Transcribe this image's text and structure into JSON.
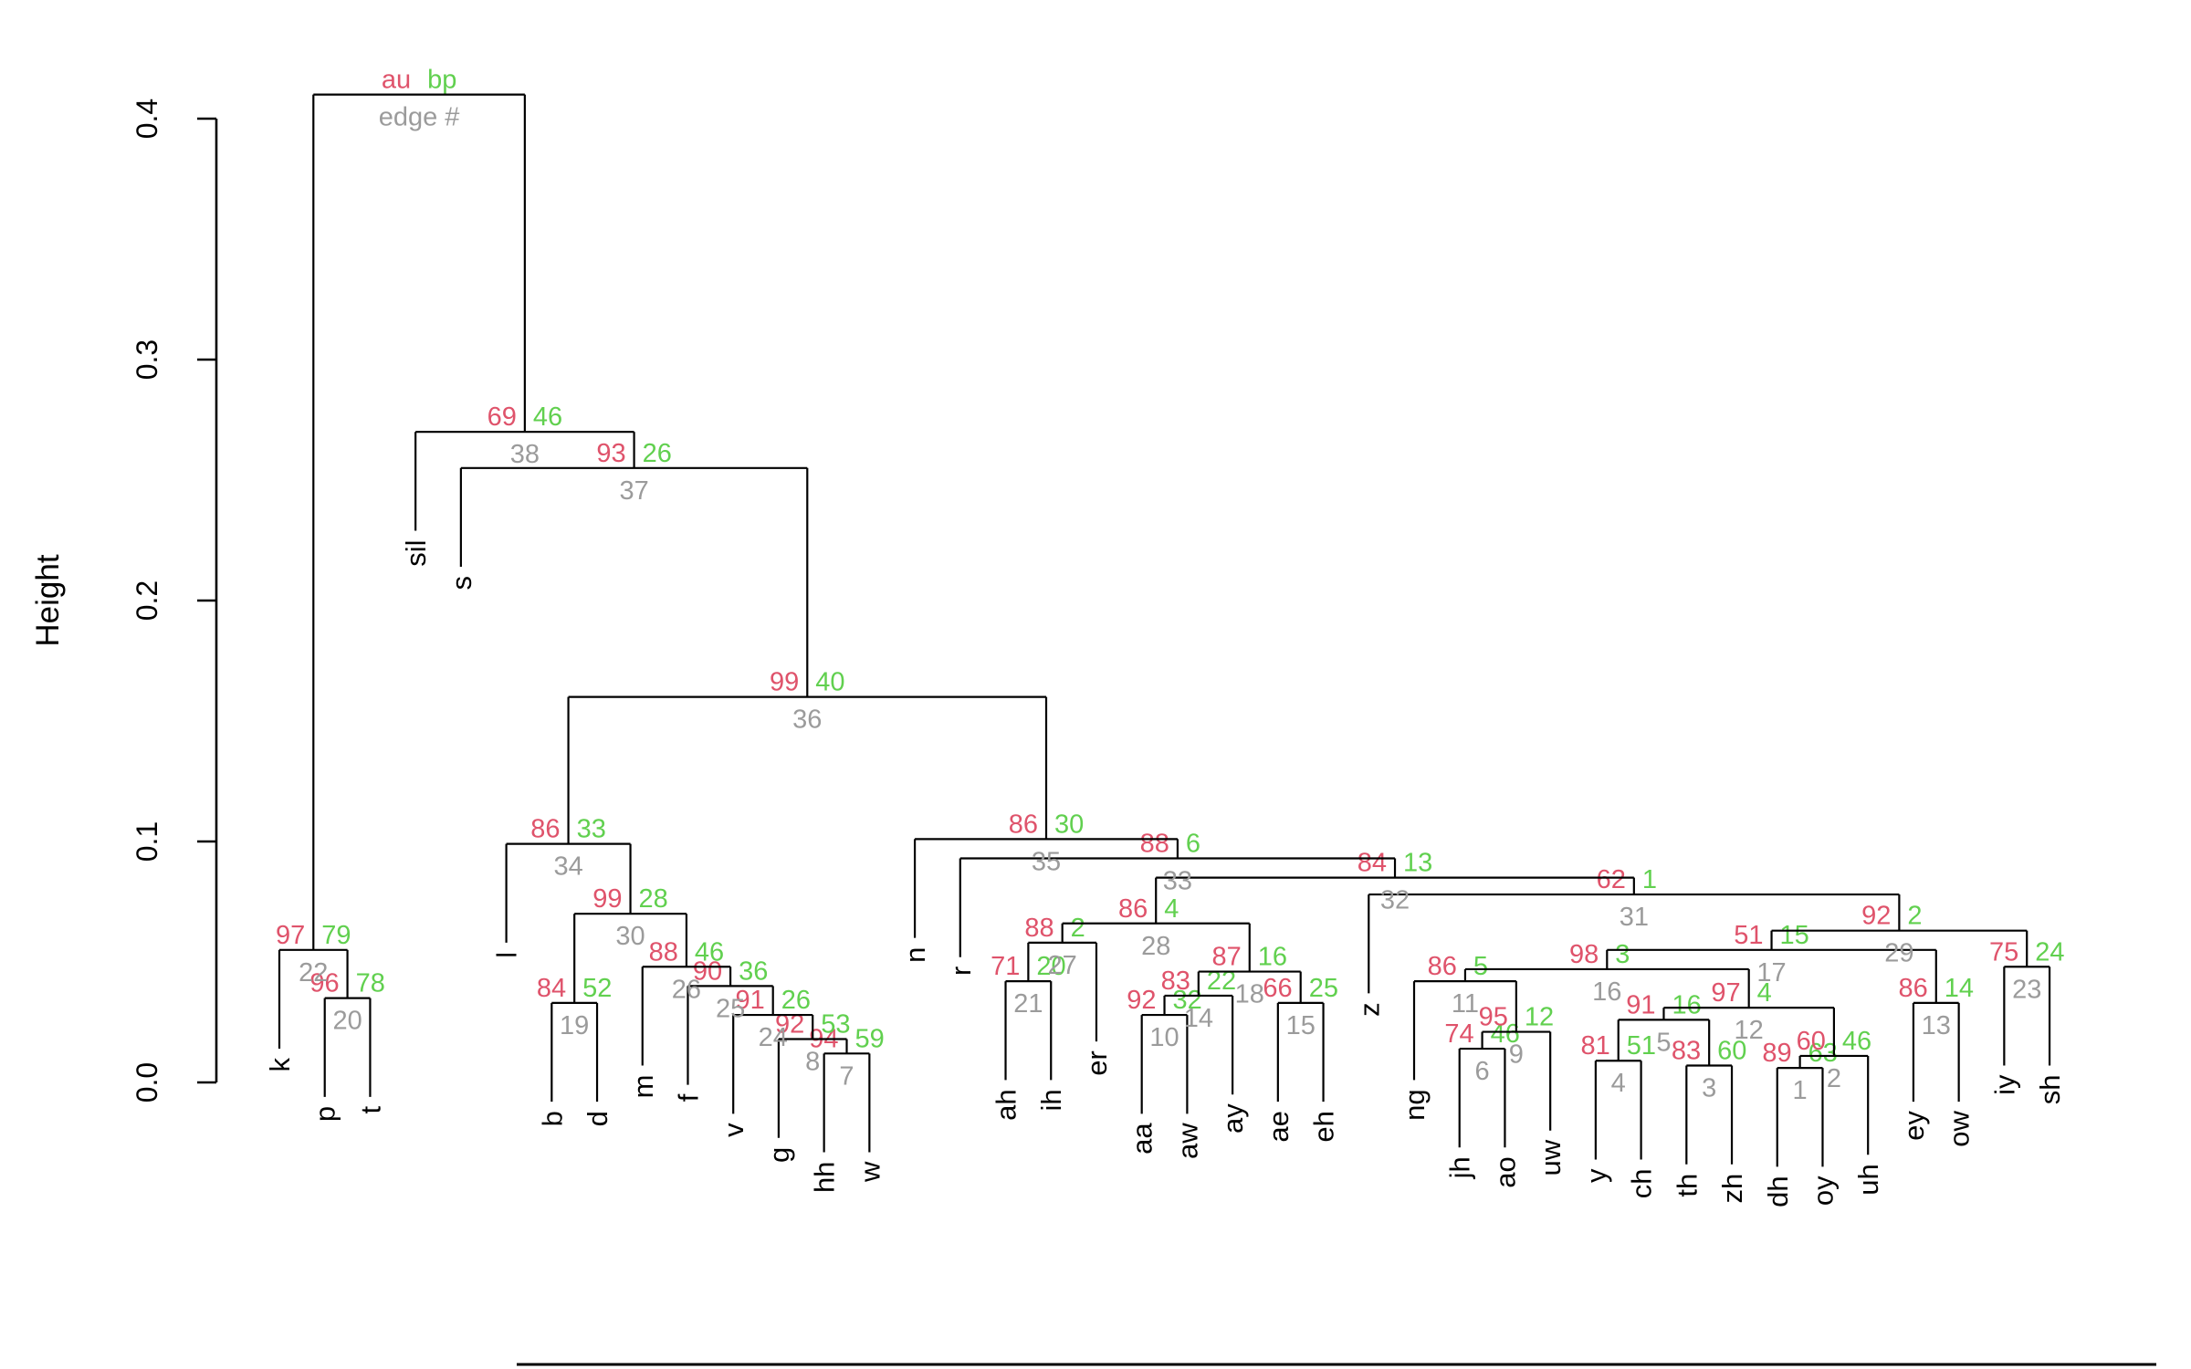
{
  "figure": {
    "background": "#ffffff",
    "y_axis": {
      "title": "Height",
      "ticks": [
        "0.0",
        "0.1",
        "0.2",
        "0.3",
        "0.4"
      ],
      "range": [
        0,
        0.4
      ]
    },
    "colors": {
      "au": "#df536b",
      "bp": "#61d04f",
      "edge_number": "#9b9b9b",
      "branch": "#000000"
    },
    "legend": {
      "au_label": "au",
      "bp_label": "bp",
      "edge_label": "edge #"
    }
  },
  "chart_data": {
    "type": "dendrogram",
    "title": "",
    "ylabel": "Height",
    "ylim": [
      0,
      0.4
    ],
    "grid": false,
    "hang": 0.041,
    "leaves": [
      "k",
      "p",
      "t",
      "sil",
      "s",
      "l",
      "b",
      "d",
      "m",
      "f",
      "v",
      "g",
      "hh",
      "w",
      "n",
      "r",
      "ah",
      "ih",
      "er",
      "aa",
      "aw",
      "ay",
      "ae",
      "eh",
      "z",
      "ng",
      "jh",
      "ao",
      "uw",
      "y",
      "ch",
      "th",
      "zh",
      "dh",
      "oy",
      "uh",
      "ey",
      "ow",
      "iy",
      "sh"
    ],
    "tree": {
      "h": 0.41,
      "au": "au",
      "bp": "bp",
      "e": "edge #",
      "c": [
        {
          "h": 0.055,
          "au": 97,
          "bp": 79,
          "e": 22,
          "c": [
            "k",
            {
              "h": 0.035,
              "au": 96,
              "bp": 78,
              "e": 20,
              "c": [
                "p",
                "t"
              ]
            }
          ]
        },
        {
          "h": 0.27,
          "au": 69,
          "bp": 46,
          "e": 38,
          "c": [
            "sil",
            {
              "h": 0.255,
              "au": 93,
              "bp": 26,
              "e": 37,
              "c": [
                "s",
                {
                  "h": 0.16,
                  "au": 99,
                  "bp": 40,
                  "e": 36,
                  "c": [
                    {
                      "h": 0.099,
                      "au": 86,
                      "bp": 33,
                      "e": 34,
                      "c": [
                        "l",
                        {
                          "h": 0.07,
                          "au": 99,
                          "bp": 28,
                          "e": 30,
                          "c": [
                            {
                              "h": 0.033,
                              "au": 84,
                              "bp": 52,
                              "e": 19,
                              "c": [
                                "b",
                                "d"
                              ]
                            },
                            {
                              "h": 0.048,
                              "au": 88,
                              "bp": 46,
                              "e": 26,
                              "c": [
                                "m",
                                {
                                  "h": 0.04,
                                  "au": 90,
                                  "bp": 36,
                                  "e": 25,
                                  "c": [
                                    "f",
                                    {
                                      "h": 0.028,
                                      "au": 91,
                                      "bp": 26,
                                      "e": 24,
                                      "c": [
                                        "v",
                                        {
                                          "h": 0.018,
                                          "au": 92,
                                          "bp": 53,
                                          "e": 8,
                                          "c": [
                                            "g",
                                            {
                                              "h": 0.012,
                                              "au": 94,
                                              "bp": 59,
                                              "e": 7,
                                              "c": [
                                                "hh",
                                                "w"
                                              ]
                                            }
                                          ]
                                        }
                                      ]
                                    }
                                  ]
                                }
                              ]
                            }
                          ]
                        }
                      ]
                    },
                    {
                      "h": 0.101,
                      "au": 86,
                      "bp": 30,
                      "e": 35,
                      "c": [
                        "n",
                        {
                          "h": 0.093,
                          "au": 88,
                          "bp": 6,
                          "e": 33,
                          "c": [
                            "r",
                            {
                              "h": 0.085,
                              "au": 84,
                              "bp": 13,
                              "e": 32,
                              "c": [
                                {
                                  "h": 0.066,
                                  "au": 86,
                                  "bp": 4,
                                  "e": 28,
                                  "c": [
                                    {
                                      "h": 0.058,
                                      "au": 88,
                                      "bp": 2,
                                      "e": 27,
                                      "c": [
                                        {
                                          "h": 0.042,
                                          "au": 71,
                                          "bp": 20,
                                          "e": 21,
                                          "c": [
                                            "ah",
                                            "ih"
                                          ]
                                        },
                                        "er"
                                      ]
                                    },
                                    {
                                      "h": 0.046,
                                      "au": 87,
                                      "bp": 16,
                                      "e": 18,
                                      "c": [
                                        {
                                          "h": 0.036,
                                          "au": 83,
                                          "bp": 22,
                                          "e": 14,
                                          "c": [
                                            {
                                              "h": 0.028,
                                              "au": 92,
                                              "bp": 32,
                                              "e": 10,
                                              "c": [
                                                "aa",
                                                "aw"
                                              ]
                                            },
                                            "ay"
                                          ]
                                        },
                                        {
                                          "h": 0.033,
                                          "au": 66,
                                          "bp": 25,
                                          "e": 15,
                                          "c": [
                                            "ae",
                                            "eh"
                                          ]
                                        }
                                      ]
                                    }
                                  ]
                                },
                                {
                                  "h": 0.078,
                                  "au": 62,
                                  "bp": 1,
                                  "e": 31,
                                  "c": [
                                    "z",
                                    {
                                      "h": 0.063,
                                      "au": 92,
                                      "bp": 2,
                                      "e": 29,
                                      "c": [
                                        {
                                          "h": 0.055,
                                          "au": 51,
                                          "bp": 15,
                                          "e": 17,
                                          "c": [
                                            {
                                              "h": 0.047,
                                              "au": 98,
                                              "bp": 3,
                                              "e": 16,
                                              "c": [
                                                {
                                                  "h": 0.042,
                                                  "au": 86,
                                                  "bp": 5,
                                                  "e": 11,
                                                  "c": [
                                                    "ng",
                                                    {
                                                      "h": 0.021,
                                                      "au": 95,
                                                      "bp": 12,
                                                      "e": 9,
                                                      "c": [
                                                        {
                                                          "h": 0.014,
                                                          "au": 74,
                                                          "bp": 46,
                                                          "e": 6,
                                                          "c": [
                                                            "jh",
                                                            "ao"
                                                          ]
                                                        },
                                                        "uw"
                                                      ]
                                                    }
                                                  ]
                                                },
                                                {
                                                  "h": 0.031,
                                                  "au": 97,
                                                  "bp": 4,
                                                  "e": 12,
                                                  "c": [
                                                    {
                                                      "h": 0.026,
                                                      "au": 91,
                                                      "bp": 16,
                                                      "e": 5,
                                                      "c": [
                                                        {
                                                          "h": 0.009,
                                                          "au": 81,
                                                          "bp": 51,
                                                          "e": 4,
                                                          "c": [
                                                            "y",
                                                            "ch"
                                                          ]
                                                        },
                                                        {
                                                          "h": 0.007,
                                                          "au": 83,
                                                          "bp": 60,
                                                          "e": 3,
                                                          "c": [
                                                            "th",
                                                            "zh"
                                                          ]
                                                        }
                                                      ]
                                                    },
                                                    {
                                                      "h": 0.011,
                                                      "au": 60,
                                                      "bp": 46,
                                                      "e": 2,
                                                      "c": [
                                                        {
                                                          "h": 0.006,
                                                          "au": 89,
                                                          "bp": 63,
                                                          "e": 1,
                                                          "c": [
                                                            "dh",
                                                            "oy"
                                                          ]
                                                        },
                                                        "uh"
                                                      ]
                                                    }
                                                  ]
                                                }
                                              ]
                                            },
                                            {
                                              "h": 0.033,
                                              "au": 86,
                                              "bp": 14,
                                              "e": 13,
                                              "c": [
                                                "ey",
                                                "ow"
                                              ]
                                            }
                                          ]
                                        },
                                        {
                                          "h": 0.048,
                                          "au": 75,
                                          "bp": 24,
                                          "e": 23,
                                          "c": [
                                            "iy",
                                            "sh"
                                          ]
                                        }
                                      ]
                                    }
                                  ]
                                }
                              ]
                            }
                          ]
                        }
                      ]
                    }
                  ]
                }
              ]
            }
          ]
        }
      ]
    }
  }
}
